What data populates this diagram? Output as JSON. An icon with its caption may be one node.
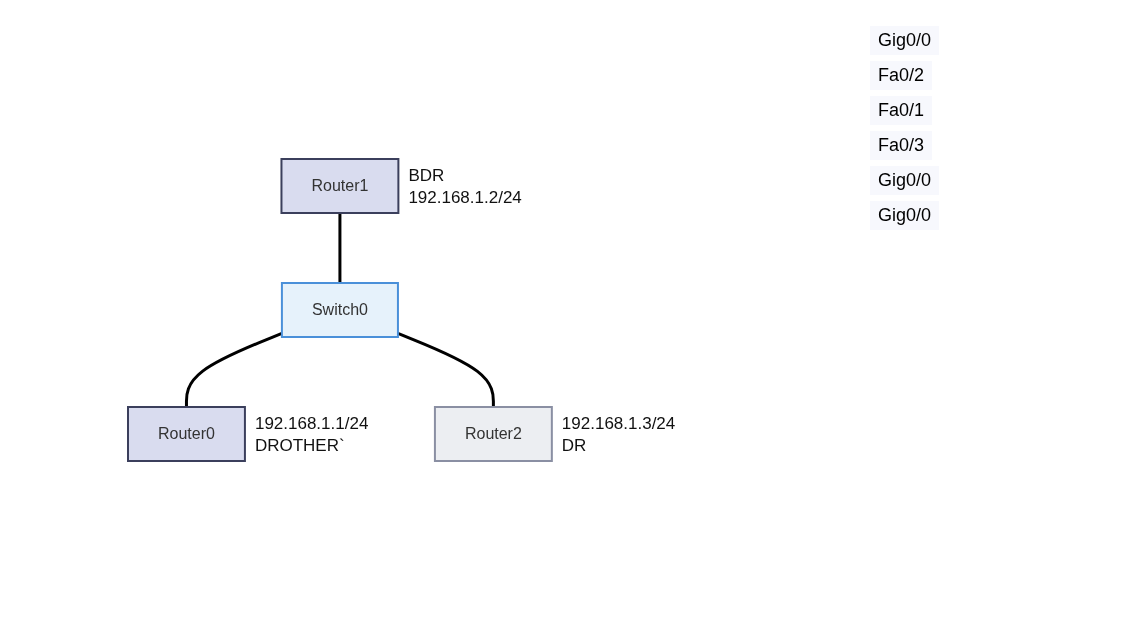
{
  "diagram": {
    "nodes": [
      {
        "text": [
          "Router1"
        ],
        "beside": [
          "BDR",
          "192.168.1.2/24"
        ]
      },
      {
        "text": [
          "Switch0"
        ]
      },
      {
        "text": [
          "Router0"
        ],
        "beside": [
          "192.168.1.1/24",
          "DROTHER`"
        ]
      },
      {
        "text": [
          "Router2"
        ],
        "beside": [
          "192.168.1.3/24",
          "DR"
        ]
      }
    ],
    "edges": [
      {
        "from": 0,
        "to": 1,
        "arrow": "none"
      },
      {
        "from": 1,
        "to": 2,
        "arrow": "none"
      },
      {
        "from": 1,
        "to": 3,
        "arrow": "none"
      }
    ],
    "labels": [
      "Gig0/0",
      "Fa0/2",
      "Fa0/1",
      "Fa0/3",
      "Gig0/0",
      "Gig0/0"
    ]
  }
}
